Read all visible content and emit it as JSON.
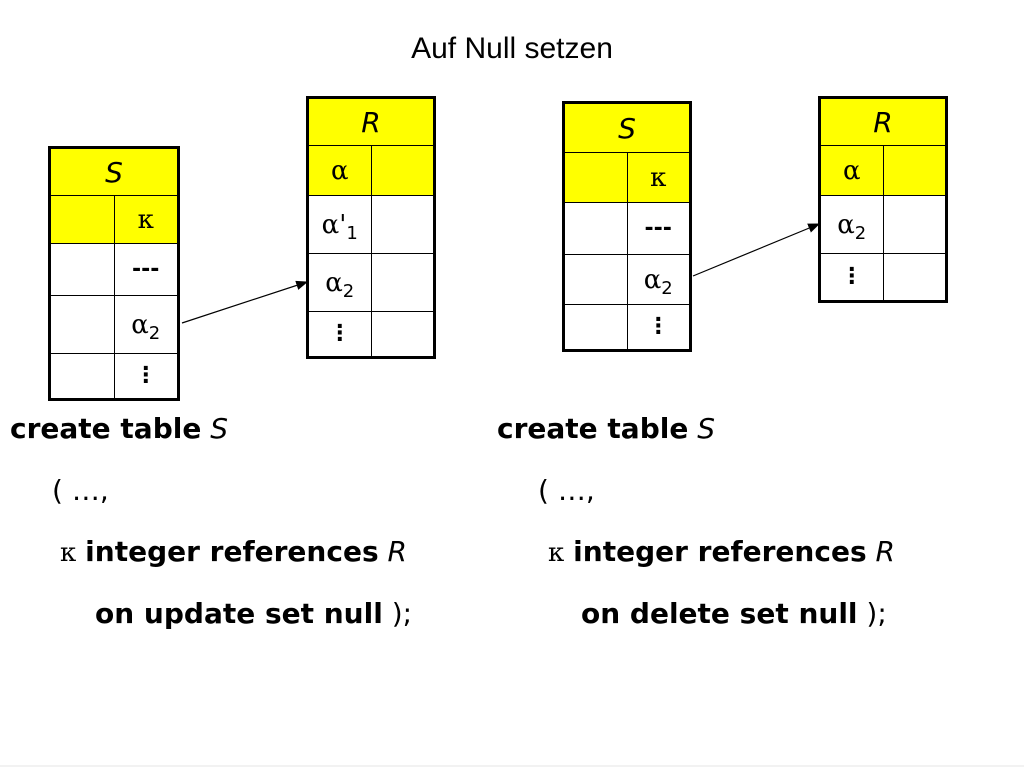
{
  "title": "Auf Null setzen",
  "left": {
    "S": {
      "name": "S",
      "attr": "κ",
      "rows": [
        "---",
        "α₂",
        "⋮"
      ]
    },
    "R": {
      "name": "R",
      "attr": "α",
      "rows": [
        "α'₁",
        "α₂",
        "⋮"
      ]
    },
    "code": {
      "line1_kw": "create table",
      "line1_name": "S",
      "line2": "( …,",
      "line3_sym": "κ",
      "line3_kw": "integer references",
      "line3_name": "R",
      "line4_kw": "on update set null",
      "line4_end": ");"
    }
  },
  "right": {
    "S": {
      "name": "S",
      "attr": "κ",
      "rows": [
        "---",
        "α₂",
        "⋮"
      ]
    },
    "R": {
      "name": "R",
      "attr": "α",
      "rows": [
        "α₂",
        "⋮"
      ]
    },
    "code": {
      "line1_kw": "create table",
      "line1_name": "S",
      "line2": "( …,",
      "line3_sym": "κ",
      "line3_kw": "integer references",
      "line3_name": "R",
      "line4_kw": "on delete set null",
      "line4_end": ");"
    }
  }
}
